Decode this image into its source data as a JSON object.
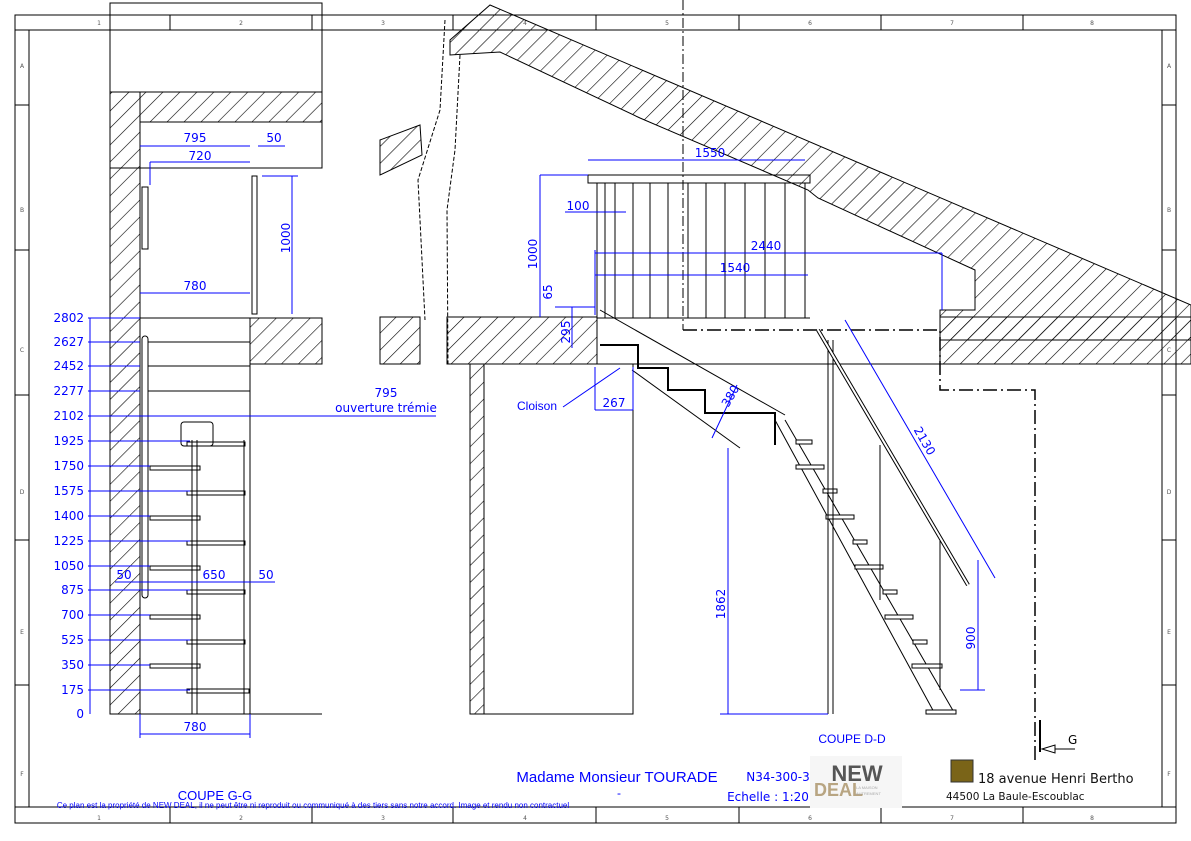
{
  "sheet": {
    "frame_columns": [
      "1",
      "2",
      "3",
      "4",
      "5",
      "6",
      "7",
      "8"
    ],
    "frame_rows": [
      "A",
      "B",
      "C",
      "D",
      "E",
      "F"
    ]
  },
  "coupe_gg": {
    "title": "COUPE G-G",
    "level_labels": [
      "2802",
      "2627",
      "2452",
      "2277",
      "2102",
      "1925",
      "1750",
      "1575",
      "1400",
      "1225",
      "1050",
      "875",
      "700",
      "525",
      "350",
      "175",
      "0"
    ],
    "dims": {
      "top_width": "795",
      "post_width": "50",
      "inner_width": "720",
      "rail_height": "1000",
      "mid_width": "780",
      "left_gap": "50",
      "stair_width": "650",
      "right_gap": "50",
      "bottom_width": "780"
    },
    "opening_value": "795",
    "opening_label": "ouverture trémie"
  },
  "coupe_dd": {
    "title": "COUPE D-D",
    "dims": {
      "rail_length": "1550",
      "rail_height": "1000",
      "baluster_spacing": "100",
      "total_span": "2440",
      "landing_length": "1540",
      "nose_65": "65",
      "floor_295": "295",
      "step_267": "267",
      "stringer_380": "380",
      "handrail_2130": "2130",
      "height_1862": "1862",
      "handrail_900": "900"
    },
    "cloison_label": "Cloison",
    "section_marker": "G"
  },
  "title_block": {
    "client": "Madame Monsieur TOURADE",
    "dash": "-",
    "reference": "N34-300-3",
    "scale": "Echelle : 1:20",
    "logo_top": "NEW",
    "logo_bottom": "DEAL",
    "logo_tagline_1": "LA MAISON",
    "logo_tagline_2": "AUTREMENT",
    "address_line1": "18 avenue Henri Bertho",
    "address_line2": "44500  La Baule-Escoublac",
    "swatch_color": "#7a6418",
    "disclaimer": "Ce plan est la propriété de NEW DEAL, il ne peut être ni reproduit ou communiqué à des tiers sans notre accord. Image et rendu non contractuel"
  },
  "colors": {
    "dimension": "#0000ff",
    "line": "#000000"
  }
}
